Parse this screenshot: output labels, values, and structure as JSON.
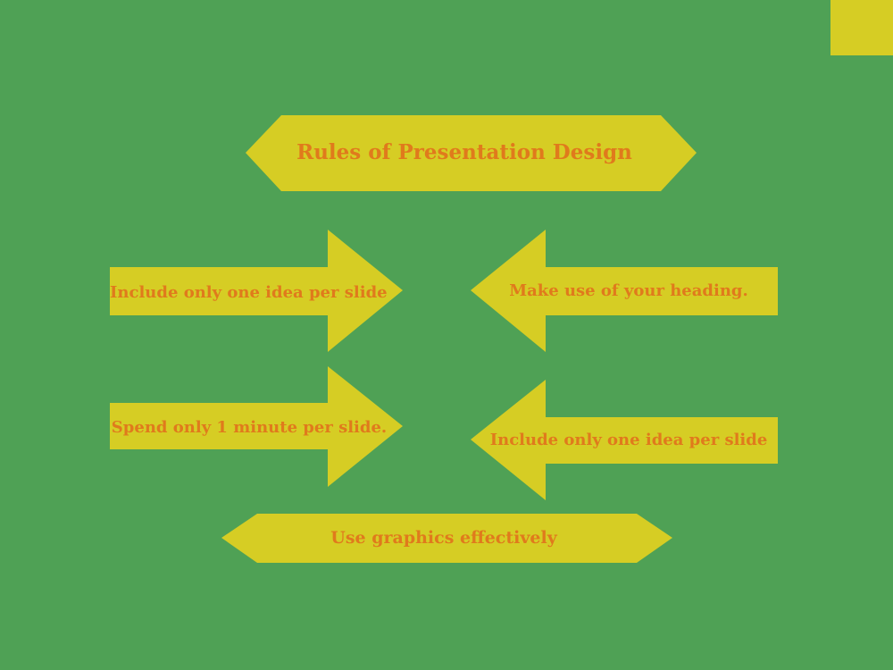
{
  "colors": {
    "background": "#4fa155",
    "shape_fill": "#d6cd24",
    "text": "#e07a1c"
  },
  "title": "Rules of Presentation Design",
  "rules": {
    "top_left": "Include only one idea per slide",
    "top_right": "Make use of your heading.",
    "bottom_left": "Spend only 1 minute per slide.",
    "bottom_right": "Include only one idea per slide",
    "bottom": "Use graphics effectively"
  }
}
